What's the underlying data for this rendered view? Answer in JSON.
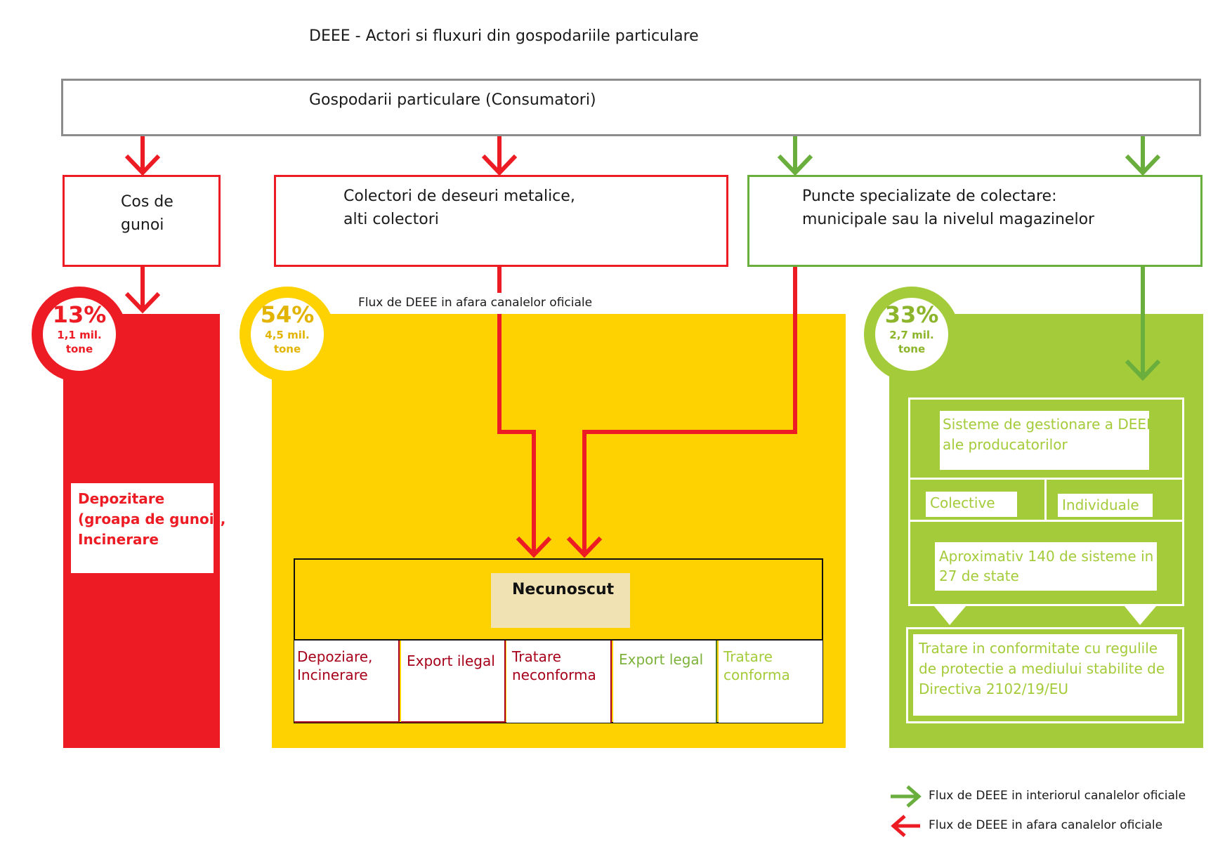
{
  "title": "DEEE - Actori si fluxuri din gospodariile particulare",
  "households": "Gospodarii particulare (Consumatori)",
  "bin": {
    "line1": "Cos de",
    "line2": "gunoi"
  },
  "scrap": {
    "line1": "Colectori de deseuri metalice,",
    "line2": "alti colectori"
  },
  "points": {
    "line1": "Puncte specializate de colectare:",
    "line2": "municipale sau la nivelul magazinelor"
  },
  "red_block": {
    "pct": "13%",
    "amount": "1,1 mil.",
    "unit": "tone",
    "label": [
      "Depozitare",
      "(groapa de gunoi),",
      "Incinerare"
    ]
  },
  "yellow_block": {
    "pct": "54%",
    "amount": "4,5 mil.",
    "unit": "tone",
    "flow_label": "Flux de DEEE in afara canalelor oficiale",
    "unknown": "Necunoscut",
    "outcomes": [
      {
        "text": "Depoziare, Incinerare"
      },
      {
        "text": "Export ilegal"
      },
      {
        "text": "Tratare neconforma"
      },
      {
        "text": "Export legal"
      },
      {
        "text": "Tratare conforma"
      }
    ]
  },
  "green_block": {
    "pct": "33%",
    "amount": "2,7 mil.",
    "unit": "tone",
    "systems": [
      "Sisteme de gestionare a DEEE",
      "ale producatorilor"
    ],
    "collective": "Colective",
    "individual": "Individuale",
    "approx": [
      "Aproximativ 140 de sisteme in",
      "27 de state"
    ],
    "treatment": [
      "Tratare in conformitate cu regulile",
      "de protectie a mediului stabilite de",
      "Directiva 2102/19/EU"
    ]
  },
  "legend": {
    "inside": "Flux de DEEE in interiorul canalelor oficiale",
    "outside": "Flux de DEEE in afara canalelor oficiale"
  },
  "colors": {
    "red": "#ED1C24",
    "yellow": "#FED100",
    "green": "#A4CB3A",
    "green_line": "#6AAE3E",
    "dark_red": "#A6001A",
    "beige": "#F1E2B4"
  }
}
